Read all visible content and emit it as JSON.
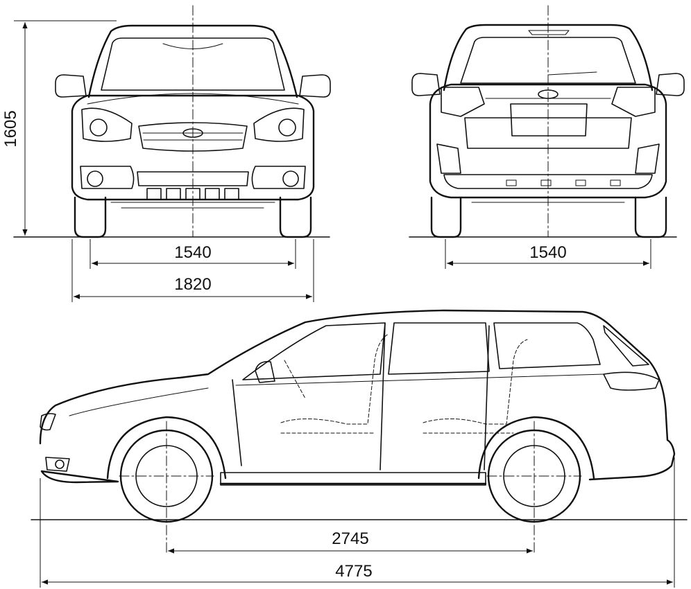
{
  "dimensions": {
    "height": "1605",
    "front_track": "1540",
    "rear_track": "1540",
    "width": "1820",
    "wheelbase": "2745",
    "length": "4775"
  },
  "icons": {
    "front-view": "car-front-outline",
    "rear-view": "car-rear-outline",
    "side-view": "car-side-outline"
  }
}
